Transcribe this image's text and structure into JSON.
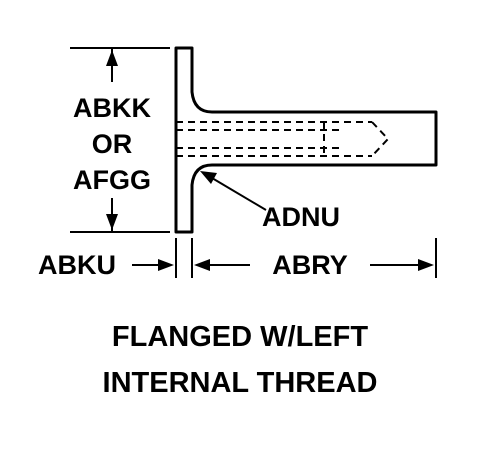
{
  "labels": {
    "flange_height_line1": "ABKK",
    "flange_height_line2": "OR",
    "flange_height_line3": "AFGG",
    "thread": "ADNU",
    "flange_thickness": "ABKU",
    "body_length": "ABRY"
  },
  "caption": {
    "line1": "FLANGED W/LEFT",
    "line2": "INTERNAL THREAD"
  }
}
